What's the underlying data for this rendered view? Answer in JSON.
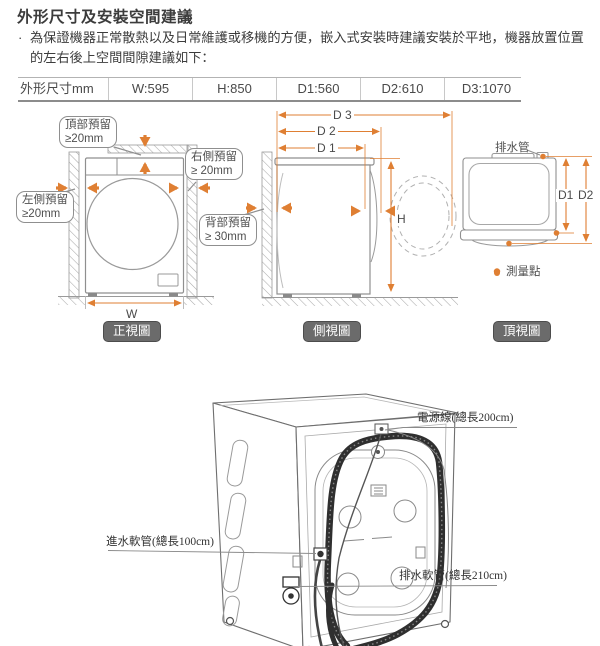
{
  "page": {
    "title": "外形尺寸及安裝空間建議",
    "bullet": "·",
    "intro": "為保證機器正常散熱以及日常維護或移機的方便，嵌入式安裝時建議安裝於平地，機器放置位置的左右後上空間間隙建議如下："
  },
  "dim_table": {
    "header": "外形尺寸mm",
    "cells": [
      "W:595",
      "H:850",
      "D1:560",
      "D2:610",
      "D3:1070"
    ]
  },
  "front_view": {
    "caption": "正視圖",
    "top_clearance": [
      "頂部預留",
      "≥20mm"
    ],
    "right_clearance": [
      "右側預留",
      "≥ 20mm"
    ],
    "left_clearance": [
      "左側預留",
      "≥20mm"
    ],
    "width_dim": "W"
  },
  "side_view": {
    "caption": "側視圖",
    "back_clearance": [
      "背部預留",
      "≥ 30mm"
    ],
    "dims": {
      "d3": "D 3",
      "d2": "D 2",
      "d1": "D 1",
      "h": "H"
    }
  },
  "top_view": {
    "caption": "頂視圖",
    "drain_pipe": "排水管",
    "dims": {
      "d1": "D1",
      "d2": "D2"
    },
    "legend": "測量點"
  },
  "back_view": {
    "power_cord": "電源線(總長200cm)",
    "inlet_hose": "進水軟管(總長100cm)",
    "drain_hose": "排水軟管(總長210cm)"
  },
  "colors": {
    "accent": "#DF7F33",
    "line": "#979797",
    "text": "#4a4a4a",
    "badge_bg": "#6b6b6b"
  }
}
